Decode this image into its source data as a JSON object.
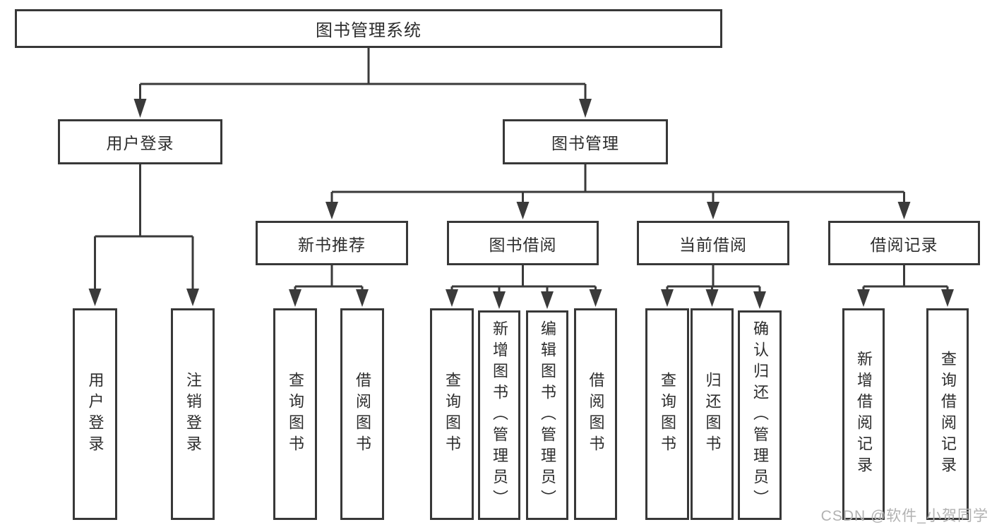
{
  "colors": {
    "line": "#3a3a3a",
    "box_border": "#383838",
    "text": "#2d2d2d",
    "watermark": "#b2b2b2",
    "background": "#ffffff"
  },
  "watermark": "CSDN @软件_小贺同学",
  "tree": {
    "root": "图书管理系统",
    "branches": [
      {
        "label": "用户登录",
        "leaves": [
          "用户登录",
          "注销登录"
        ]
      },
      {
        "label": "图书管理",
        "groups": [
          {
            "label": "新书推荐",
            "leaves": [
              "查询图书",
              "借阅图书"
            ]
          },
          {
            "label": "图书借阅",
            "leaves": [
              "查询图书",
              "新增图书（管理员）",
              "编辑图书（管理员）",
              "借阅图书"
            ]
          },
          {
            "label": "当前借阅",
            "leaves": [
              "查询图书",
              "归还图书",
              "确认归还（管理员）"
            ]
          },
          {
            "label": "借阅记录",
            "leaves": [
              "新增借阅记录",
              "查询借阅记录"
            ]
          }
        ]
      }
    ]
  }
}
